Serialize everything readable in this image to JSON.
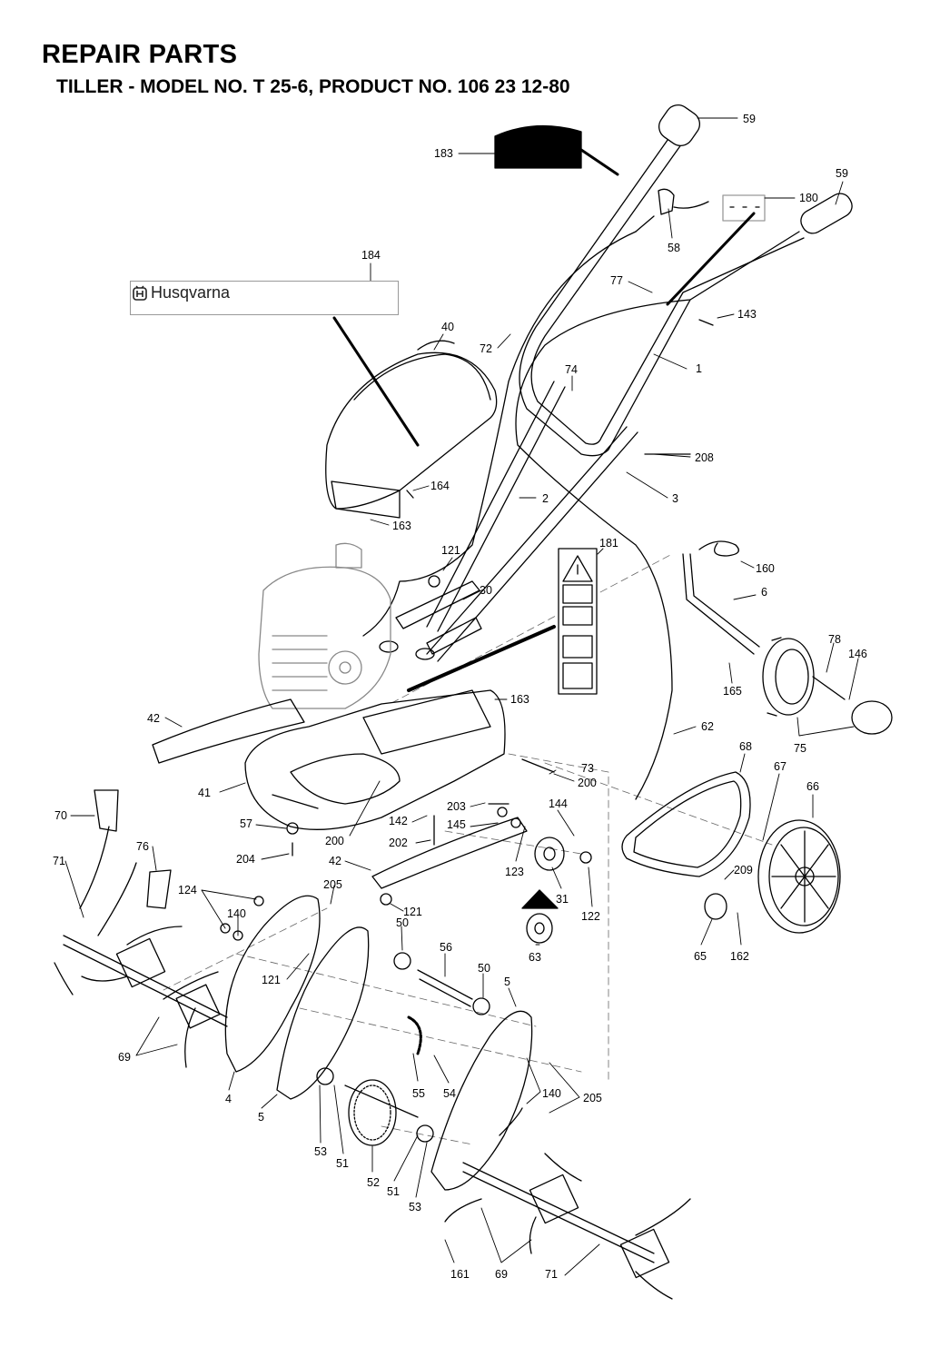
{
  "header": {
    "title": "REPAIR PARTS",
    "subtitle": "TILLER - MODEL NO. T 25-6, PRODUCT NO. 106 23 12-80"
  },
  "brand": {
    "name": "Husqvarna"
  },
  "callouts": [
    {
      "id": "59a",
      "label": "59"
    },
    {
      "id": "183",
      "label": "183"
    },
    {
      "id": "59b",
      "label": "59"
    },
    {
      "id": "180",
      "label": "180"
    },
    {
      "id": "58",
      "label": "58"
    },
    {
      "id": "184",
      "label": "184"
    },
    {
      "id": "77",
      "label": "77"
    },
    {
      "id": "143",
      "label": "143"
    },
    {
      "id": "40",
      "label": "40"
    },
    {
      "id": "72",
      "label": "72"
    },
    {
      "id": "1",
      "label": "1"
    },
    {
      "id": "74",
      "label": "74"
    },
    {
      "id": "208",
      "label": "208"
    },
    {
      "id": "164",
      "label": "164"
    },
    {
      "id": "2",
      "label": "2"
    },
    {
      "id": "3",
      "label": "3"
    },
    {
      "id": "163a",
      "label": "163"
    },
    {
      "id": "121a",
      "label": "121"
    },
    {
      "id": "181",
      "label": "181"
    },
    {
      "id": "160",
      "label": "160"
    },
    {
      "id": "30",
      "label": "30"
    },
    {
      "id": "6",
      "label": "6"
    },
    {
      "id": "78",
      "label": "78"
    },
    {
      "id": "146",
      "label": "146"
    },
    {
      "id": "165",
      "label": "165"
    },
    {
      "id": "42a",
      "label": "42"
    },
    {
      "id": "163b",
      "label": "163"
    },
    {
      "id": "62",
      "label": "62"
    },
    {
      "id": "75",
      "label": "75"
    },
    {
      "id": "68",
      "label": "68"
    },
    {
      "id": "67",
      "label": "67"
    },
    {
      "id": "73",
      "label": "73"
    },
    {
      "id": "200a",
      "label": "200"
    },
    {
      "id": "41",
      "label": "41"
    },
    {
      "id": "66",
      "label": "66"
    },
    {
      "id": "144",
      "label": "144"
    },
    {
      "id": "203",
      "label": "203"
    },
    {
      "id": "70",
      "label": "70"
    },
    {
      "id": "57",
      "label": "57"
    },
    {
      "id": "142",
      "label": "142"
    },
    {
      "id": "145",
      "label": "145"
    },
    {
      "id": "200b",
      "label": "200"
    },
    {
      "id": "202",
      "label": "202"
    },
    {
      "id": "76",
      "label": "76"
    },
    {
      "id": "204",
      "label": "204"
    },
    {
      "id": "71a",
      "label": "71"
    },
    {
      "id": "42b",
      "label": "42"
    },
    {
      "id": "123",
      "label": "123"
    },
    {
      "id": "209",
      "label": "209"
    },
    {
      "id": "124",
      "label": "124"
    },
    {
      "id": "205a",
      "label": "205"
    },
    {
      "id": "121b",
      "label": "121"
    },
    {
      "id": "31",
      "label": "31"
    },
    {
      "id": "122",
      "label": "122"
    },
    {
      "id": "140a",
      "label": "140"
    },
    {
      "id": "50a",
      "label": "50"
    },
    {
      "id": "63",
      "label": "63"
    },
    {
      "id": "65",
      "label": "65"
    },
    {
      "id": "162",
      "label": "162"
    },
    {
      "id": "56",
      "label": "56"
    },
    {
      "id": "121c",
      "label": "121"
    },
    {
      "id": "50b",
      "label": "50"
    },
    {
      "id": "5a",
      "label": "5"
    },
    {
      "id": "69a",
      "label": "69"
    },
    {
      "id": "55",
      "label": "55"
    },
    {
      "id": "54",
      "label": "54"
    },
    {
      "id": "140b",
      "label": "140"
    },
    {
      "id": "205b",
      "label": "205"
    },
    {
      "id": "4",
      "label": "4"
    },
    {
      "id": "5b",
      "label": "5"
    },
    {
      "id": "53a",
      "label": "53"
    },
    {
      "id": "51a",
      "label": "51"
    },
    {
      "id": "52",
      "label": "52"
    },
    {
      "id": "51b",
      "label": "51"
    },
    {
      "id": "53b",
      "label": "53"
    },
    {
      "id": "161",
      "label": "161"
    },
    {
      "id": "69b",
      "label": "69"
    },
    {
      "id": "71b",
      "label": "71"
    }
  ]
}
